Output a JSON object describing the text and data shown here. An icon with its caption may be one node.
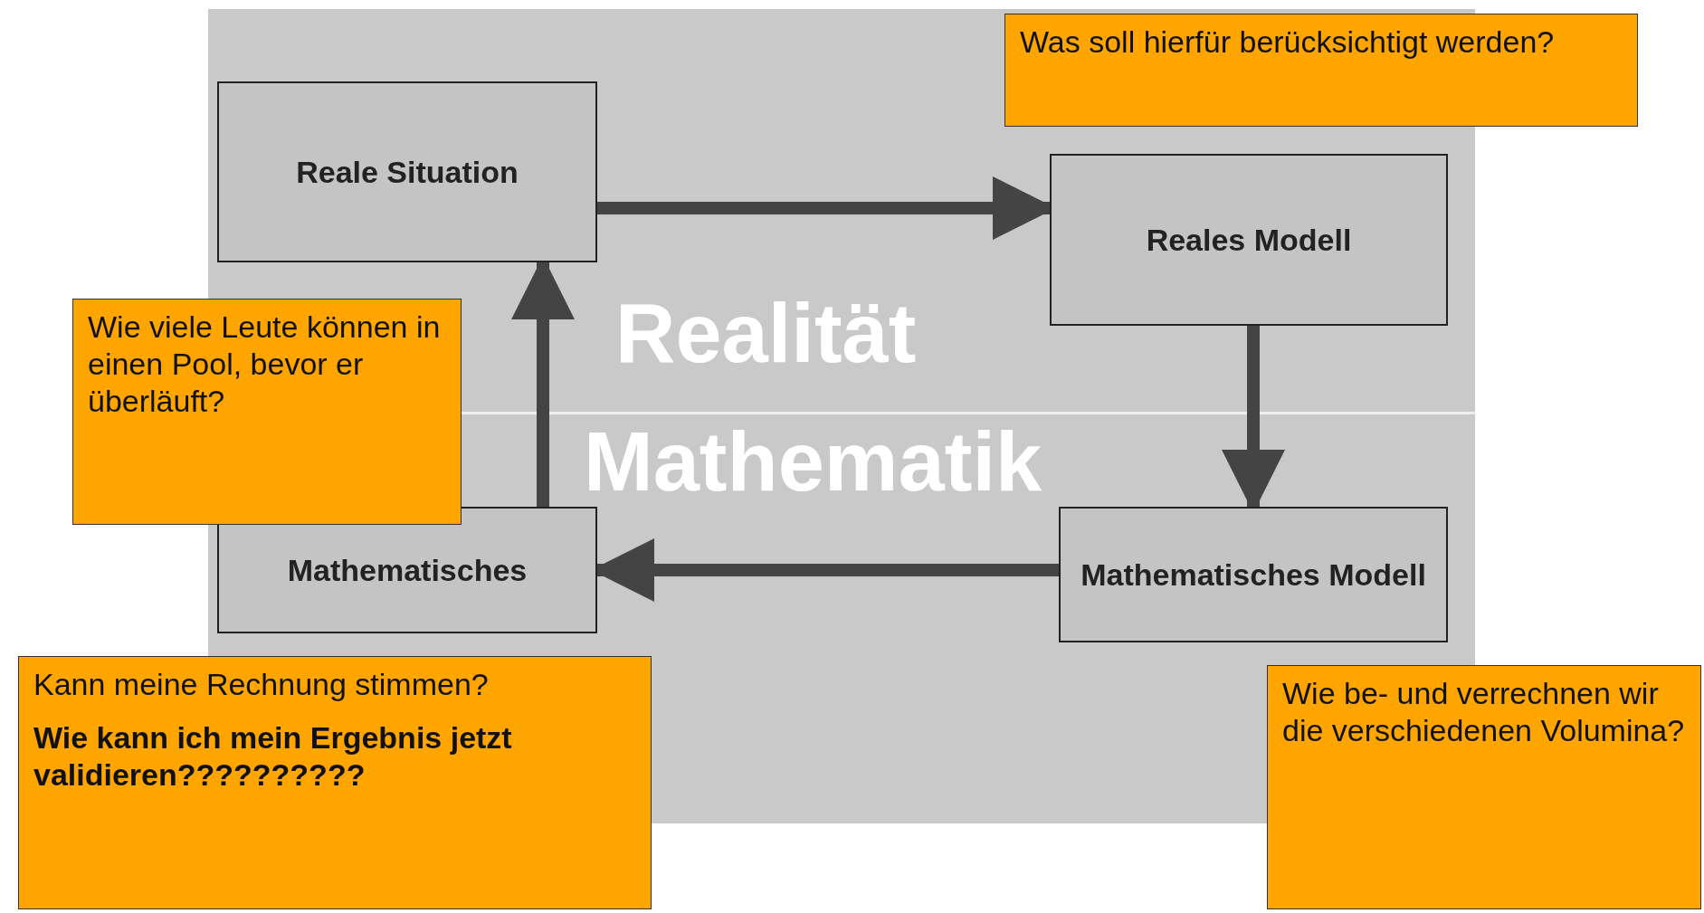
{
  "diagram": {
    "nodes": [
      {
        "text": [
          "Reale Situation"
        ]
      },
      {
        "text": [
          "Reales Modell"
        ]
      },
      {
        "text": [
          "Mathematisches Modell"
        ]
      },
      {
        "text": [
          "Mathematisches"
        ]
      },
      {
        "text": [
          "Was soll hierfür berücksichtigt werden?"
        ]
      },
      {
        "text": [
          "Wie viele Leute können in einen Pool, bevor er überläuft?"
        ]
      },
      {
        "text": [
          "Kann meine Rechnung stimmen?",
          "Wie kann ich mein Ergebnis jetzt validieren??????????"
        ]
      },
      {
        "text": [
          "Wie be- und verrechnen wir die verschiedenen Volumina?"
        ]
      }
    ],
    "edges": [
      {
        "from": 0,
        "to": 1,
        "arrow": "to"
      },
      {
        "from": 1,
        "to": 2,
        "arrow": "to"
      },
      {
        "from": 2,
        "to": 3,
        "arrow": "to"
      },
      {
        "from": 3,
        "to": 0,
        "arrow": "to"
      }
    ],
    "labels": [
      "Realität",
      "Mathematik"
    ]
  }
}
